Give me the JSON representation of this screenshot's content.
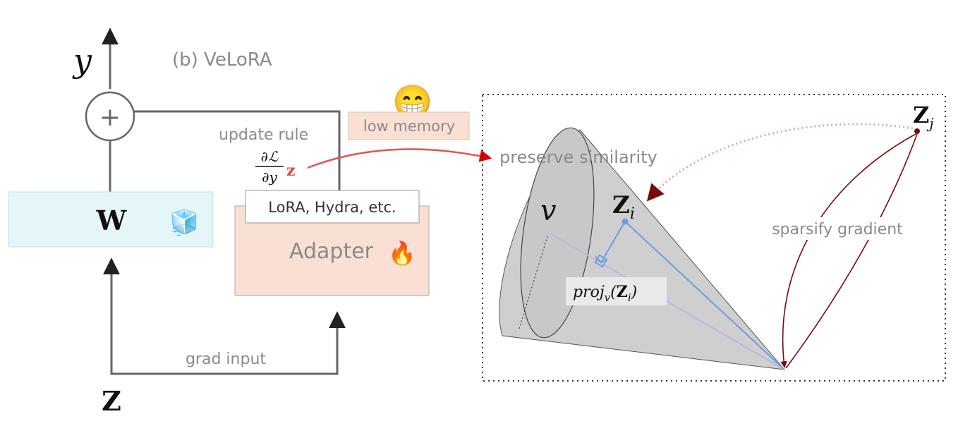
{
  "title": "(b) VeLoRA",
  "output_label": "y",
  "sum_symbol": "+",
  "weight_label": "W",
  "input_label": "Z",
  "grad_input_label": "grad input",
  "update_rule_label": "update rule",
  "derivative": {
    "numerator": "∂ℒ",
    "denominator": "∂y",
    "factor": "z"
  },
  "memory_badge": {
    "emoji": "😁",
    "label": "low memory"
  },
  "adapter": {
    "variants_label": "LoRA, Hydra, etc.",
    "label": "Adapter",
    "emoji": "🔥"
  },
  "frozen_emoji": "🧊",
  "geometry_panel": {
    "preserve_similarity_label": "preserve similarity",
    "sparsify_gradient_label": "sparsify gradient",
    "vector_v_label": "v",
    "point_zi": {
      "base": "Z",
      "sub": "i"
    },
    "point_zj": {
      "base": "Z",
      "sub": "j"
    },
    "projection": {
      "prefix": "proj",
      "sub": "v",
      "arg_base": "Z",
      "arg_sub": "i"
    }
  },
  "colors": {
    "stroke_gray": "#666666",
    "text_gray": "#8a8a8a",
    "weight_box_fill": "#e4f6f8",
    "adapter_fill": "#f9e0d3",
    "memory_fill": "#f9e0d3",
    "arrow_red": "#d94b4b",
    "dark_red": "#7a0a0a",
    "dotted_pink": "#e3a4a8",
    "cone_fill": "#cfcfcf",
    "blue_line": "#6a9ee0",
    "lavender_line": "#b8b8e0"
  }
}
